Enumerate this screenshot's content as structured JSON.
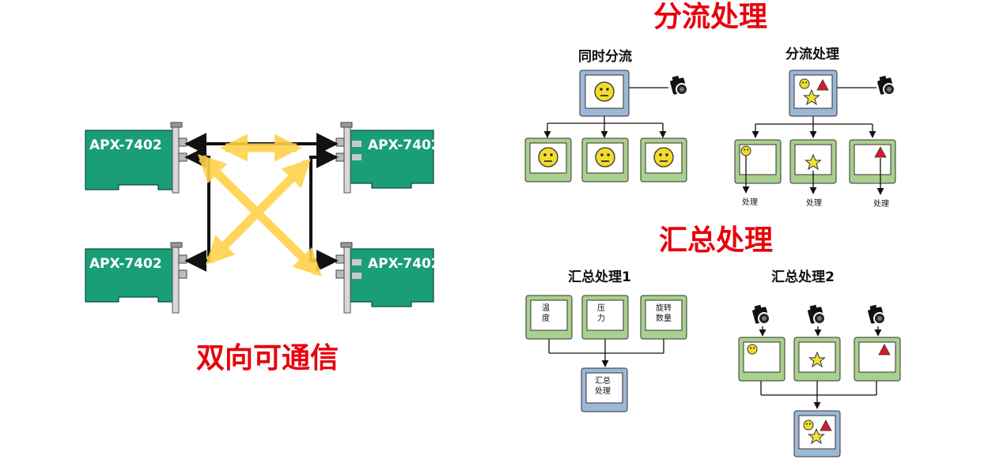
{
  "left": {
    "caption": "双向可通信",
    "cards": [
      "APX-7402",
      "APX-7402",
      "APX-7402",
      "APX-7402"
    ]
  },
  "split": {
    "title": "分流处理",
    "simultaneous": {
      "label": "同时分流"
    },
    "split_process": {
      "label": "分流处理",
      "outputs": [
        "处理",
        "处理",
        "处理"
      ]
    }
  },
  "merge": {
    "title": "汇总处理",
    "merge1": {
      "label": "汇总处理1",
      "inputs": [
        [
          "温",
          "度"
        ],
        [
          "压",
          "力"
        ],
        [
          "旋转",
          "数量"
        ]
      ],
      "output": [
        "汇总",
        "处理"
      ]
    },
    "merge2": {
      "label": "汇总处理2"
    }
  },
  "colors": {
    "title_red": "#e8000b",
    "card_green": "#1a9e78",
    "arrow_yellow": "#ffd24a",
    "box_green": "#a9d08e",
    "box_blue": "#9db7d6"
  },
  "icons": [
    "camera-icon",
    "smiley-icon",
    "star-icon",
    "triangle-icon"
  ]
}
